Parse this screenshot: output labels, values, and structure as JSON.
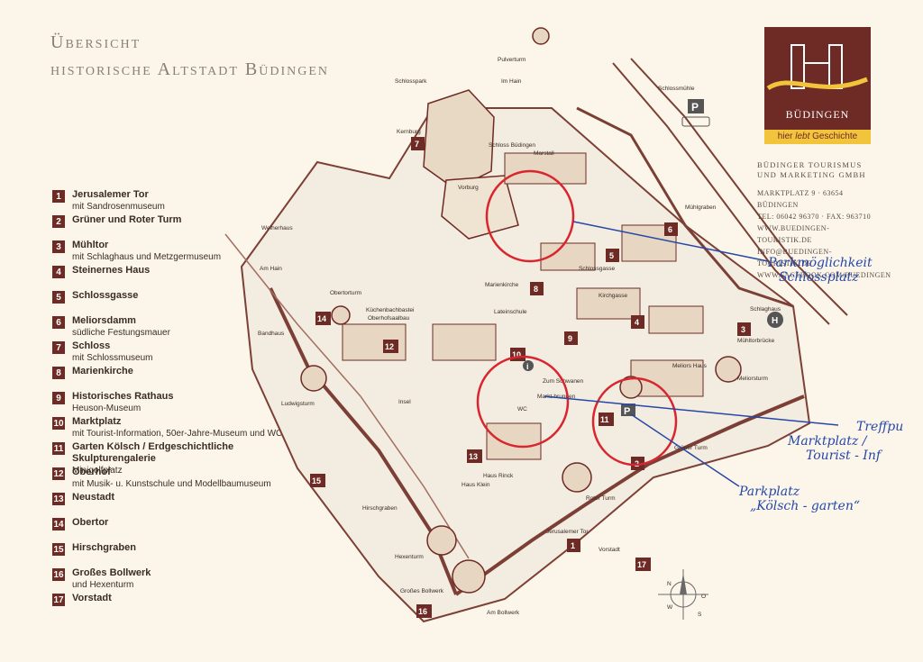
{
  "title": {
    "line1": "Übersicht",
    "line2": "historische Altstadt Büdingen"
  },
  "legend": [
    {
      "num": "1",
      "name": "Jerusalemer Tor",
      "sub": "mit Sandrosenmuseum"
    },
    {
      "num": "2",
      "name": "Grüner und Roter Turm",
      "sub": ""
    },
    {
      "num": "3",
      "name": "Mühltor",
      "sub": "mit Schlaghaus und Metzgermuseum"
    },
    {
      "num": "4",
      "name": "Steinernes Haus",
      "sub": ""
    },
    {
      "num": "5",
      "name": "Schlossgasse",
      "sub": ""
    },
    {
      "num": "6",
      "name": "Meliorsdamm",
      "sub": "südliche Festungsmauer"
    },
    {
      "num": "7",
      "name": "Schloss",
      "sub": "mit Schlossmuseum"
    },
    {
      "num": "8",
      "name": "Marienkirche",
      "sub": ""
    },
    {
      "num": "9",
      "name": "Historisches Rathaus",
      "sub": "Heuson-Museum"
    },
    {
      "num": "10",
      "name": "Marktplatz",
      "sub": "mit Tourist-Information, 50er-Jahre-Museum und WC"
    },
    {
      "num": "11",
      "name": "Garten Kölsch / Erdgeschichtliche Skulpturengalerie",
      "sub": "Minigolfplatz"
    },
    {
      "num": "12",
      "name": "Oberhof",
      "sub": "mit Musik- u. Kunstschule und Modellbaumuseum"
    },
    {
      "num": "13",
      "name": "Neustadt",
      "sub": ""
    },
    {
      "num": "14",
      "name": "Obertor",
      "sub": ""
    },
    {
      "num": "15",
      "name": "Hirschgraben",
      "sub": ""
    },
    {
      "num": "16",
      "name": "Großes Bollwerk",
      "sub": "und Hexenturm"
    },
    {
      "num": "17",
      "name": "Vorstadt",
      "sub": ""
    }
  ],
  "brand": {
    "town": "BÜDINGEN",
    "tag_pre": "hier ",
    "tag_em": "lebt",
    "tag_post": " Geschichte"
  },
  "contact": {
    "org1": "BÜDINGER TOURISMUS",
    "org2": "UND MARKETING GMBH",
    "address": "MARKTPLATZ 9 · 63654 BÜDINGEN",
    "phone": "TEL: 06042 96370 · FAX: 963710",
    "web": "WWW.BUEDINGEN-TOURISTIK.DE",
    "email": "INFO@BUEDINGEN-TOURISTIK.DE",
    "facebook": "WWW.FACEBOOK.COM/BUEDINGEN"
  },
  "map_labels": {
    "pulverturm": "Pulverturm",
    "schlosspark": "Schlosspark",
    "im_hain": "Im Hain",
    "schlossmuehle": "Schlossmühle",
    "kernburg": "Kernburg",
    "schloss_buedingen": "Schloss Büdingen",
    "vorburg": "Vorburg",
    "weiherhaus": "Weiherhaus",
    "am_hain": "Am Hain",
    "marienkirche": "Marienkirche",
    "obertorturm": "Obertorturm",
    "kuechenbachbastei": "Küchenbachbastei",
    "oberhofsaalbau": "Oberhofsaalbau",
    "bandhaus": "Bandhaus",
    "ludwigsturm": "Ludwigsturm",
    "insel": "Insel",
    "lateinschule": "Lateinschule",
    "zum_schwanen": "Zum Schwanen",
    "marktbrunnen": "Markt-brunnen",
    "wc": "WC",
    "haus_rinck": "Haus Rinck",
    "haus_klein": "Haus Klein",
    "meliorsturm": "Meliorsturm",
    "schlaghaus": "Schlaghaus",
    "muehltorbruecke": "Mühltorbrücke",
    "gruener_turm": "Grüner Turm",
    "roter_turm": "Roter Turm",
    "jerusalemer_tor": "Jerusalemer Tor",
    "hexenturm": "Hexenturm",
    "grosses_bollwerk": "Großes Bollwerk",
    "vorstadt": "Vorstadt",
    "hirschgraben": "Hirschgraben",
    "am_bollwerk": "Am Bollwerk",
    "meliors_haus": "Meliors Haus",
    "marstall": "Marstall",
    "kirchgasse": "Kirchgasse",
    "schlossgasse": "Schlossgasse",
    "muehlgraben": "Mühlgraben"
  },
  "compass": {
    "n": "N",
    "e": "O",
    "s": "S",
    "w": "W"
  },
  "annotations": {
    "parking_castle": [
      "Parkmöglichkeit",
      "Schlossplatz"
    ],
    "meeting_point": [
      "Treffpu",
      "Marktplatz /",
      "Tourist - Inf"
    ],
    "parking_garden": [
      "Parkplatz",
      "„Kölsch - garten“"
    ]
  },
  "colors": {
    "brand": "#6e2a24",
    "accent": "#f2c43b",
    "paper": "#fbf6e9",
    "ink": "#3b2c26",
    "annotation_blue": "#2747a8",
    "annotation_red": "#d9262e"
  }
}
